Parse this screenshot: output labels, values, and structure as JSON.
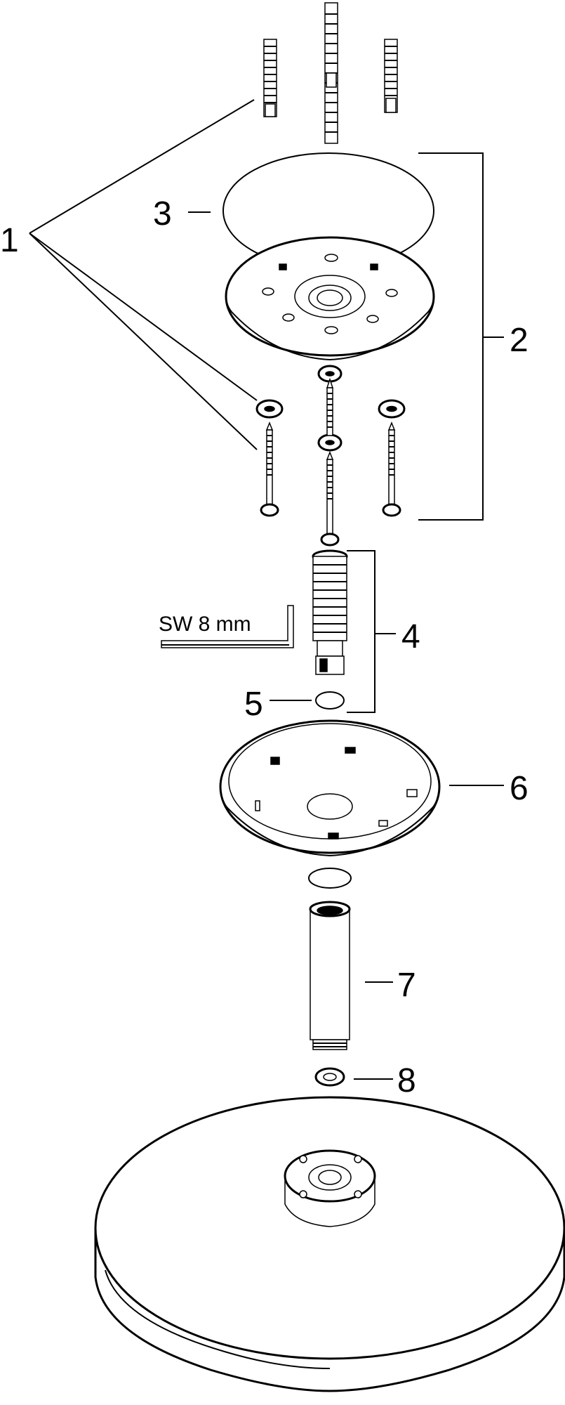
{
  "callouts": {
    "c1": "1",
    "c2": "2",
    "c3": "3",
    "c4": "4",
    "c5": "5",
    "c6": "6",
    "c7": "7",
    "c8": "8"
  },
  "tool_label": "SW 8 mm",
  "colors": {
    "line": "#000000",
    "background": "#ffffff"
  }
}
